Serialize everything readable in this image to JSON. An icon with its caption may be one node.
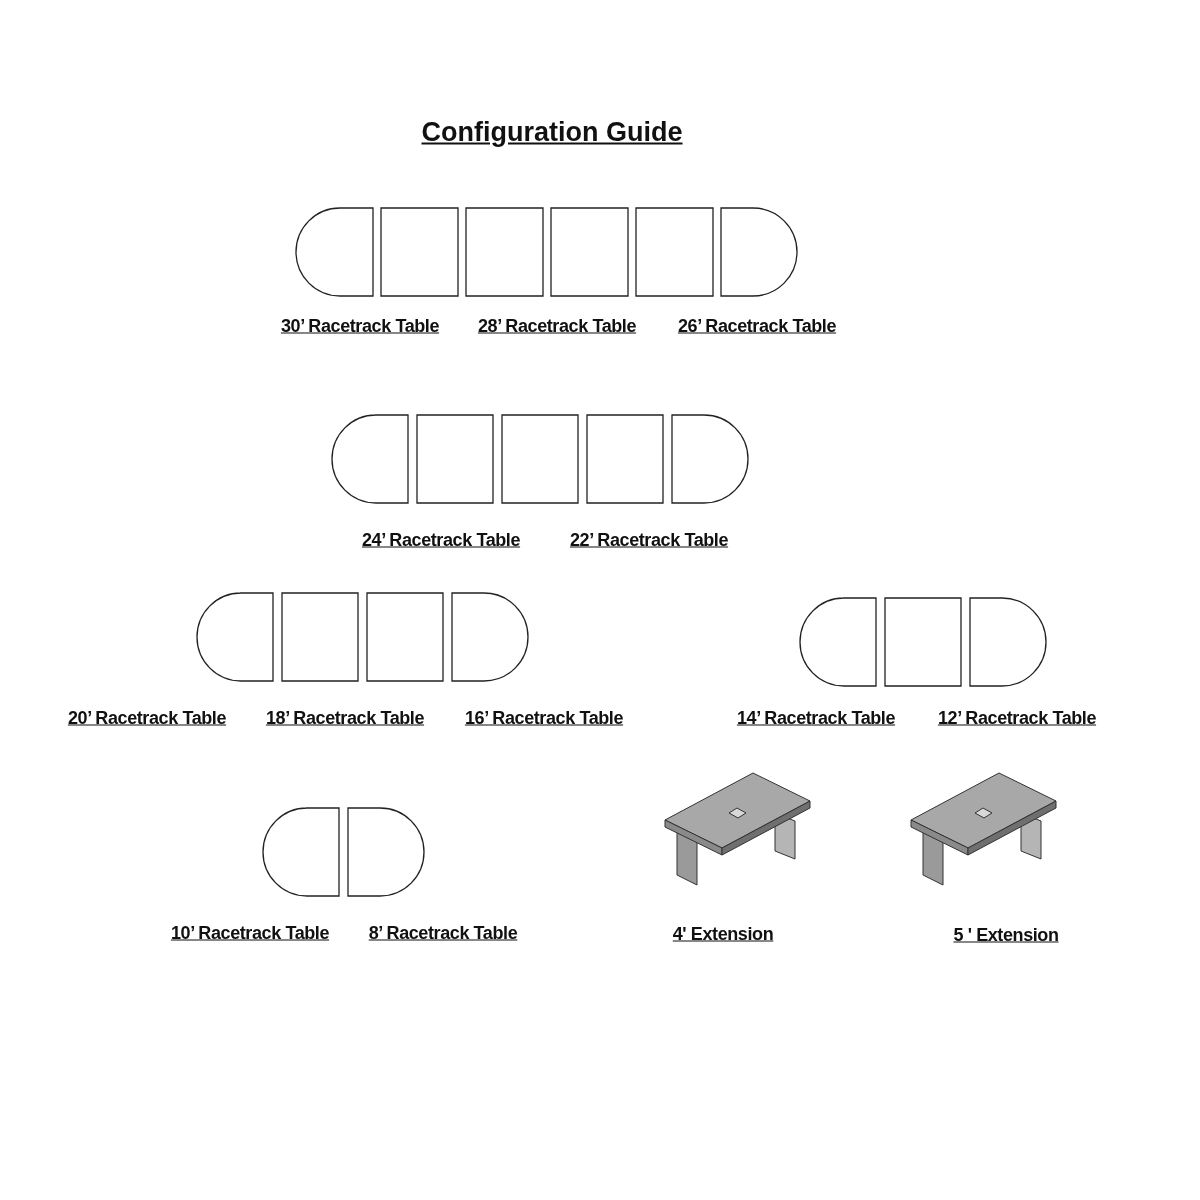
{
  "diagram": {
    "title": "Configuration Guide",
    "labels": [
      "30’ Racetrack Table",
      "28’ Racetrack Table",
      "26’ Racetrack Table",
      "24’ Racetrack Table",
      "22’ Racetrack Table",
      "20’ Racetrack Table",
      "18’ Racetrack Table",
      "16’ Racetrack Table",
      "14’ Racetrack Table",
      "12’ Racetrack Table",
      "10’ Racetrack Table",
      "8’ Racetrack Table",
      "4' Extension",
      "5 ' Extension"
    ]
  }
}
